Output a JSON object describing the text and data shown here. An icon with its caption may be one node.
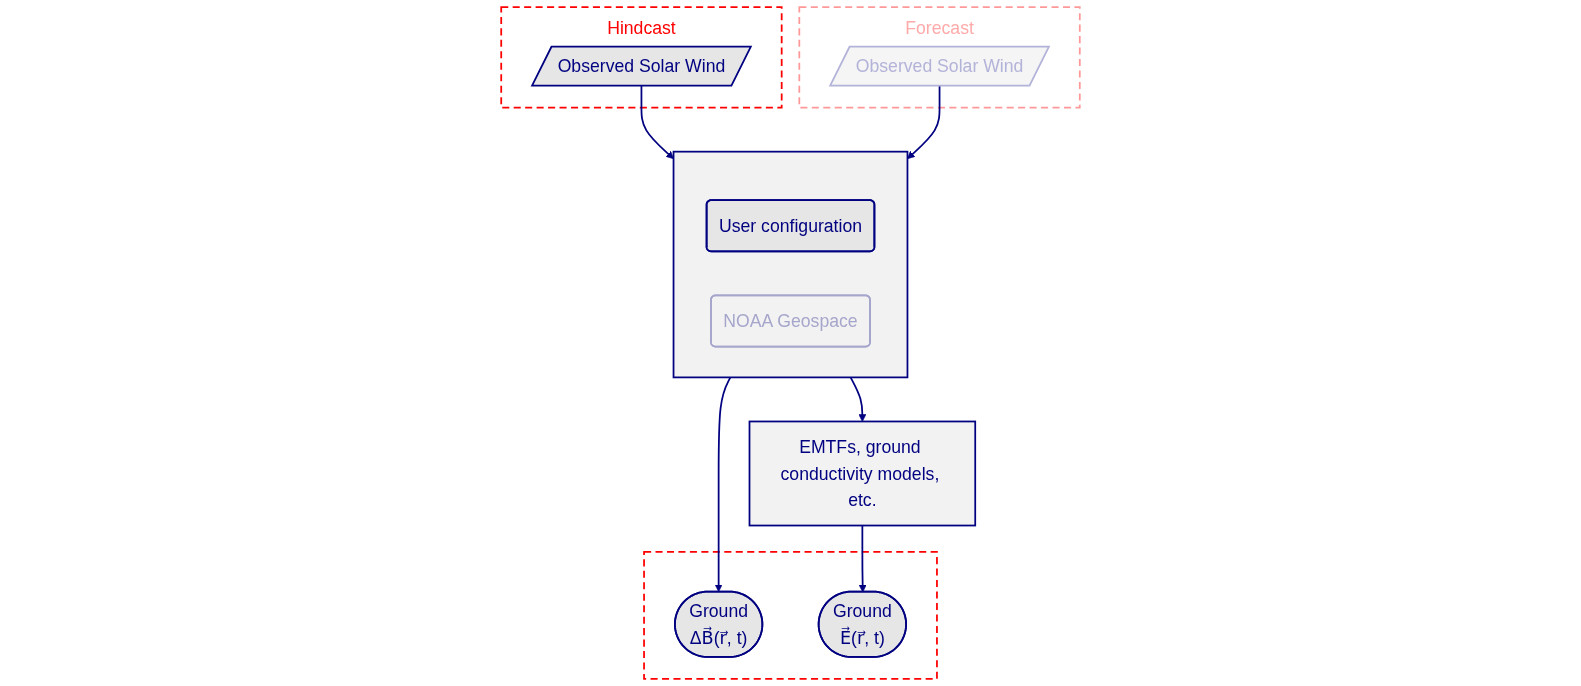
{
  "diagram": {
    "nodes": [
      {
        "text": [
          "Hindcast"
        ]
      },
      {
        "text": [
          "Observed Solar Wind"
        ],
        "in": 0
      },
      {
        "text": [
          "Forecast"
        ]
      },
      {
        "text": [
          "Observed Solar Wind"
        ],
        "in": 2
      },
      {
        "text": [],
        "shape": "box"
      },
      {
        "text": [
          "User configuration"
        ],
        "in": 4
      },
      {
        "text": [
          "NOAA Geospace"
        ],
        "in": 4
      },
      {
        "text": [
          "EMTFs, ground conductivity models, etc."
        ]
      },
      {
        "text": [],
        "shape": "box"
      },
      {
        "text": [
          "Ground",
          "ΔB⃗(r⃗, t)"
        ],
        "in": 8
      },
      {
        "text": [
          "Ground",
          "E⃗(r⃗, t)"
        ],
        "in": 8
      }
    ],
    "edges": [
      {
        "from": 1,
        "to": 4,
        "arrow": "to"
      },
      {
        "from": 3,
        "to": 4,
        "arrow": "to"
      },
      {
        "from": 4,
        "to": 7,
        "arrow": "to"
      },
      {
        "from": 4,
        "to": 9,
        "arrow": "to"
      },
      {
        "from": 7,
        "to": 10,
        "arrow": "to"
      }
    ]
  }
}
